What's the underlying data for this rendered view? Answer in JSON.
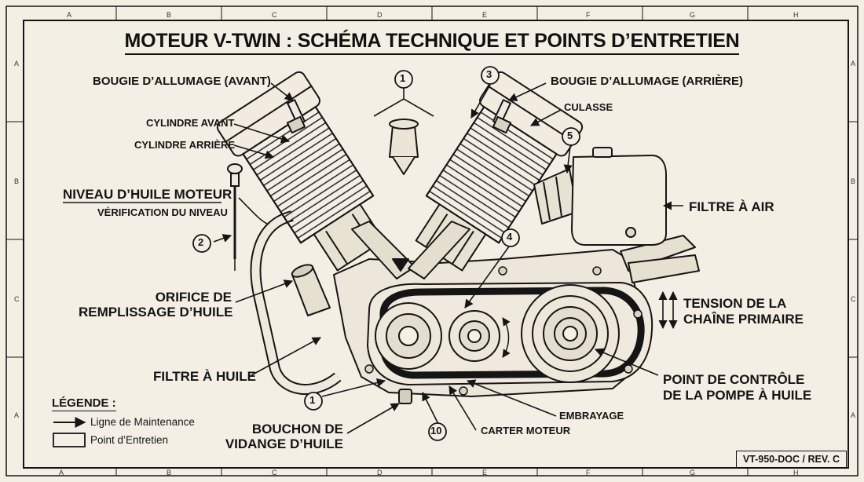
{
  "title": "MOTEUR V-TWIN : SCHÉMA TECHNIQUE ET POINTS D’ENTRETIEN",
  "grid": {
    "columns": [
      "A",
      "B",
      "C",
      "D",
      "E",
      "F",
      "G",
      "H"
    ],
    "rows": [
      "A",
      "B",
      "C",
      "A"
    ]
  },
  "labels": {
    "bougie_avant": "BOUGIE D’ALLUMAGE (AVANT)",
    "bougie_arriere": "BOUGIE D’ALLUMAGE (ARRIÈRE)",
    "culasse": "CULASSE",
    "cylindre_avant": "CYLINDRE AVANT",
    "cylindre_arriere": "CYLINDRE ARRIÈRE",
    "niveau_huile": "NIVEAU D’HUILE MOTEUR",
    "verification_niveau": "VÉRIFICATION DU NIVEAU",
    "orifice_line1": "ORIFICE DE",
    "orifice_line2": "REMPLISSAGE D’HUILE",
    "filtre_huile": "FILTRE À HUILE",
    "filtre_air": "FILTRE À AIR",
    "tension_line1": "TENSION DE LA",
    "tension_line2": "CHAÎNE PRIMAIRE",
    "pompe_line1": "POINT DE CONTRÔLE",
    "pompe_line2": "DE LA POMPE À HUILE",
    "embrayage": "EMBRAYAGE",
    "carter": "CARTER MOTEUR",
    "bouchon_line1": "BOUCHON DE",
    "bouchon_line2": "VIDANGE D’HUILE"
  },
  "callouts": [
    "1",
    "3",
    "5",
    "2",
    "4",
    "1",
    "10"
  ],
  "legend": {
    "title": "LÉGENDE :",
    "line_item": "Ligne de Maintenance",
    "box_item": "Point d’Entretien"
  },
  "doc_ref": "VT-950-DOC / REV. C",
  "colors": {
    "paper": "#f3efe4",
    "ink": "#151515",
    "shade": "#d9d4c6"
  }
}
